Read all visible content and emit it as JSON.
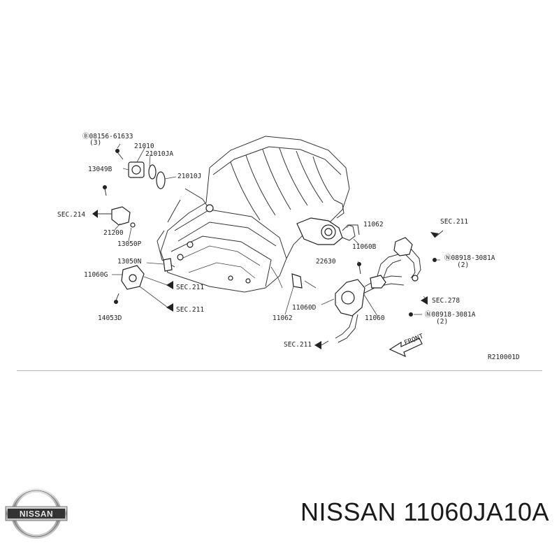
{
  "callouts": {
    "bolt_top": "Ⓑ08156-61633",
    "bolt_top_qty": "(3)",
    "p21010": "21010",
    "p21010ja": "21010JA",
    "p21010j": "21010J",
    "p13049b": "13049B",
    "sec214": "SEC.214",
    "p21200": "21200",
    "p13050p": "13050P",
    "p13050n": "13050N",
    "p11060g": "11060G",
    "sec211_a": "SEC.211",
    "sec211_b": "SEC.211",
    "p14053d": "14053D",
    "p11062_top": "11062",
    "p11060b": "11060B",
    "sec211_top": "SEC.211",
    "nut_top": "Ⓝ08918-3081A",
    "nut_top_qty": "(2)",
    "p22630": "22630",
    "sec278": "SEC.278",
    "nut_bottom": "Ⓝ08918-3081A",
    "nut_bottom_qty": "(2)",
    "p11060d": "11060D",
    "p11062_bottom": "11062",
    "p11060": "11060",
    "sec211_bottom": "SEC.211",
    "front": "FRONT",
    "ref_code": "R210001D"
  },
  "brand": {
    "logo_text": "NISSAN",
    "caption": "NISSAN 11060JA10A"
  }
}
